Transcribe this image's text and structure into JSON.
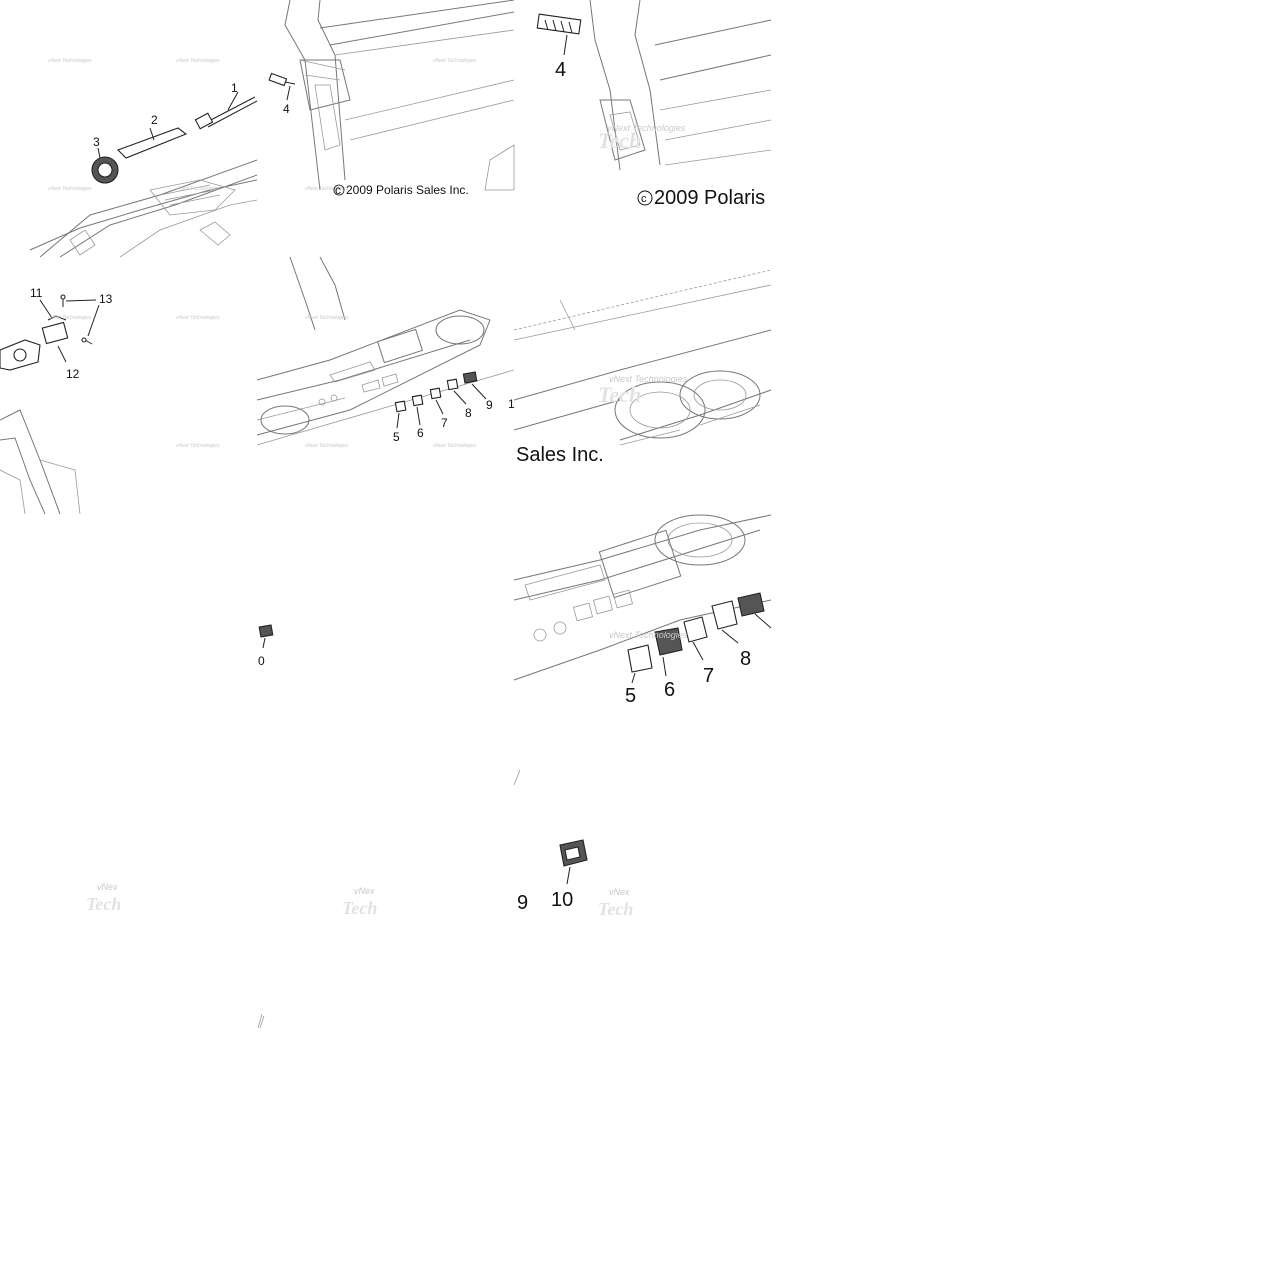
{
  "callouts": {
    "p1_1": "1",
    "p1_2": "2",
    "p1_3": "3",
    "p2_4": "4",
    "p3_4": "4",
    "p4_11": "11",
    "p4_12": "12",
    "p4_13": "13",
    "p5_5": "5",
    "p5_6": "6",
    "p5_7": "7",
    "p5_8": "8",
    "p5_9": "9",
    "p6_1": "1",
    "p7_0": "0",
    "p8_5": "5",
    "p8_6": "6",
    "p8_7": "7",
    "p8_8": "8",
    "p9_9": "9",
    "p9_10": "10"
  },
  "copyright": {
    "small": "2009 Polaris Sales Inc.",
    "large": "2009 Polaris",
    "large_cont": "Sales Inc."
  },
  "watermark": {
    "text": "vNext Technologies",
    "short": "vNex",
    "big": "Tech"
  },
  "copyright_symbol": "c"
}
